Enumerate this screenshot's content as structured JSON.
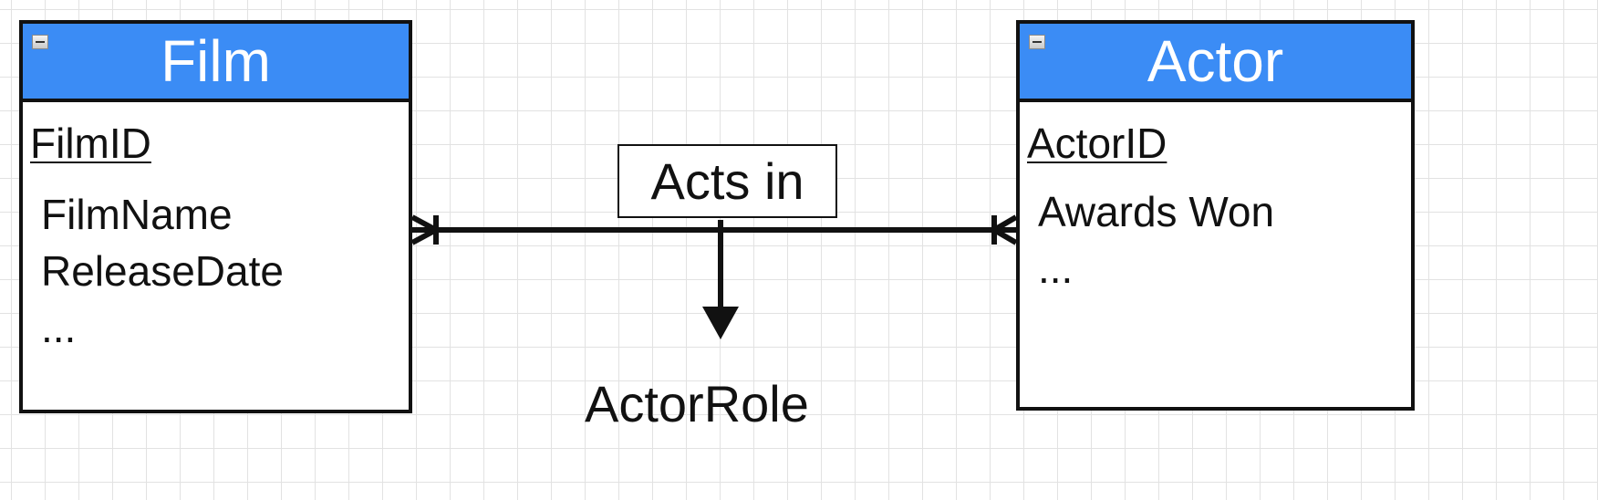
{
  "colors": {
    "entity_header": "#3b8cf5",
    "line": "#111111",
    "grid": "#e2e2e2"
  },
  "entities": [
    {
      "title": "Film",
      "primary_key": "FilmID",
      "attributes": [
        "FilmName",
        "ReleaseDate",
        "..."
      ]
    },
    {
      "title": "Actor",
      "primary_key": "ActorID",
      "attributes": [
        "Awards Won",
        "..."
      ]
    }
  ],
  "relationship": {
    "label": "Acts in",
    "attribute": "ActorRole",
    "cardinality": {
      "film_end": "many-mandatory",
      "actor_end": "many-mandatory"
    }
  }
}
